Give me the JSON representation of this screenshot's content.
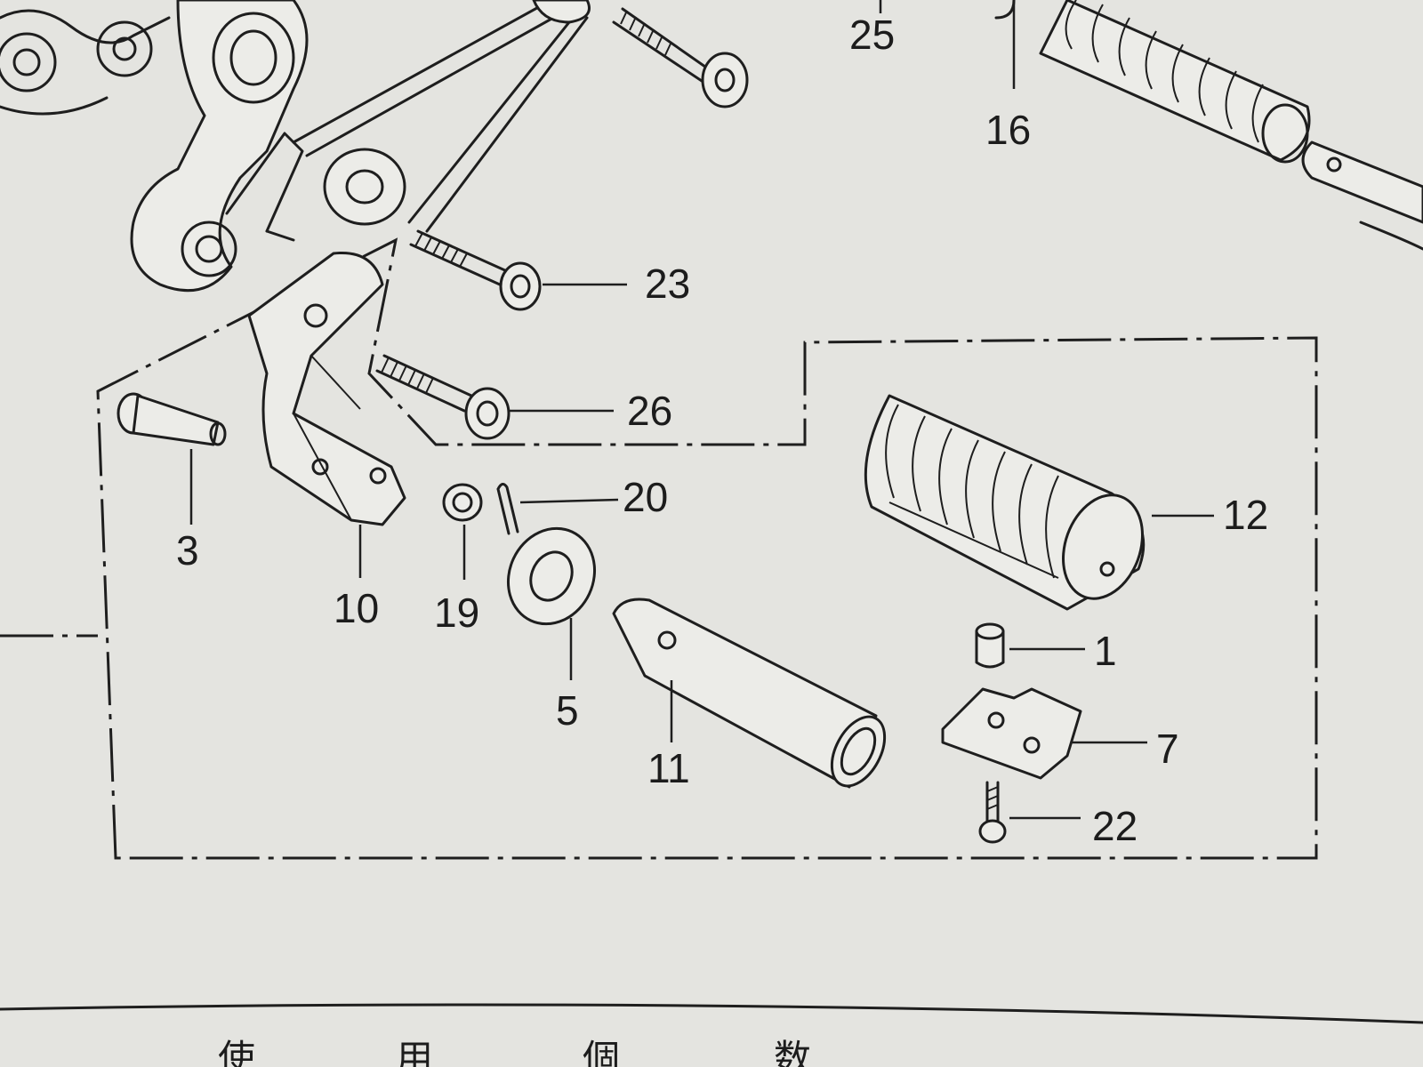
{
  "callouts": {
    "c1": "1",
    "c3": "3",
    "c5": "5",
    "c7": "7",
    "c10": "10",
    "c11": "11",
    "c12": "12",
    "c16": "16",
    "c19": "19",
    "c20": "20",
    "c22": "22",
    "c23": "23",
    "c25": "25",
    "c26": "26"
  },
  "footer": {
    "heading_chars": [
      "使",
      "用",
      "個",
      "数"
    ]
  }
}
